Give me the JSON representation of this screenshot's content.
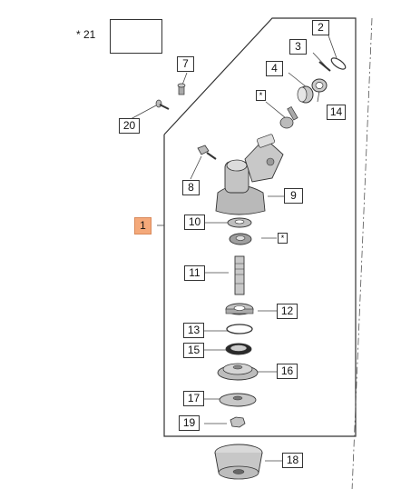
{
  "callouts": {
    "c1": "1",
    "c2": "2",
    "c3": "3",
    "c4": "4",
    "c7": "7",
    "c8": "8",
    "c9": "9",
    "c10": "10",
    "c11": "11",
    "c12": "12",
    "c13": "13",
    "c14": "14",
    "c15": "15",
    "c16": "16",
    "c17": "17",
    "c18": "18",
    "c19": "19",
    "c20": "20"
  },
  "kit": {
    "label": "* 21"
  },
  "stars": {
    "s1": "*",
    "s2": "*"
  },
  "colors": {
    "highlight": "#f4a97a",
    "line": "#333333",
    "part_gray": "#bdbdbd"
  }
}
